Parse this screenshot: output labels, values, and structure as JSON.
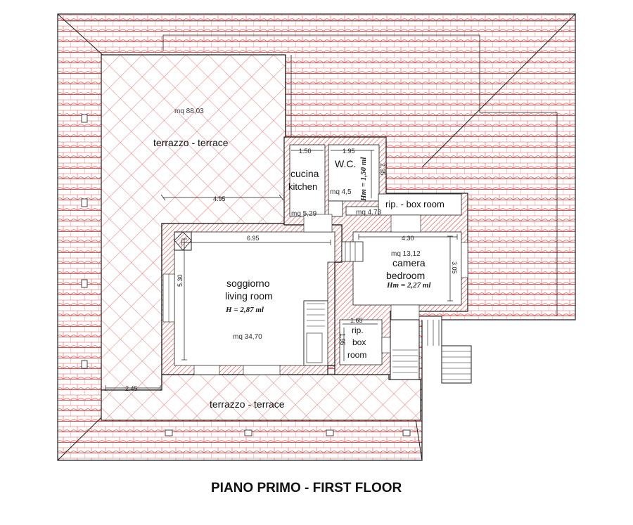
{
  "plan": {
    "title": "PIANO PRIMO - FIRST FLOOR",
    "colors": {
      "roof": "#e8504f",
      "wall": "#d9443f",
      "ink": "#1a1a1a"
    },
    "rooms": {
      "terrace_top": {
        "name": "terrazzo - terrace",
        "area": "mq 88,03"
      },
      "terrace_bottom": {
        "name": "terrazzo - terrace"
      },
      "kitchen": {
        "name_it": "cucina",
        "name_en": "kitchen",
        "area": "mq 5,29"
      },
      "wc": {
        "name": "W.C.",
        "area": "mq 4,5",
        "height": "Hm = 1,50 ml"
      },
      "box_room_top": {
        "name": "rip. - box room",
        "area": "mq 4,73"
      },
      "bedroom": {
        "name_it": "camera",
        "name_en": "bedroom",
        "area": "mq 13,12",
        "height": "Hm = 2,27 ml"
      },
      "living": {
        "name_it": "soggiorno",
        "name_en": "living room",
        "height": "H = 2,87 ml",
        "area": "mq 34,70"
      },
      "box_room_small": {
        "line1": "rip.",
        "line2": "box",
        "line3": "room"
      }
    },
    "dimensions": {
      "kitchen_width": "1.50",
      "wc_width": "1.95",
      "wc_depth": "2.35",
      "terrace_width": "4.95",
      "living_width": "6.95",
      "living_depth": "5.30",
      "bedroom_width": "4.30",
      "bedroom_depth": "3.05",
      "box_width": "1.65",
      "box_depth": "1.95",
      "terrace_bottom_width": "2.45"
    }
  }
}
